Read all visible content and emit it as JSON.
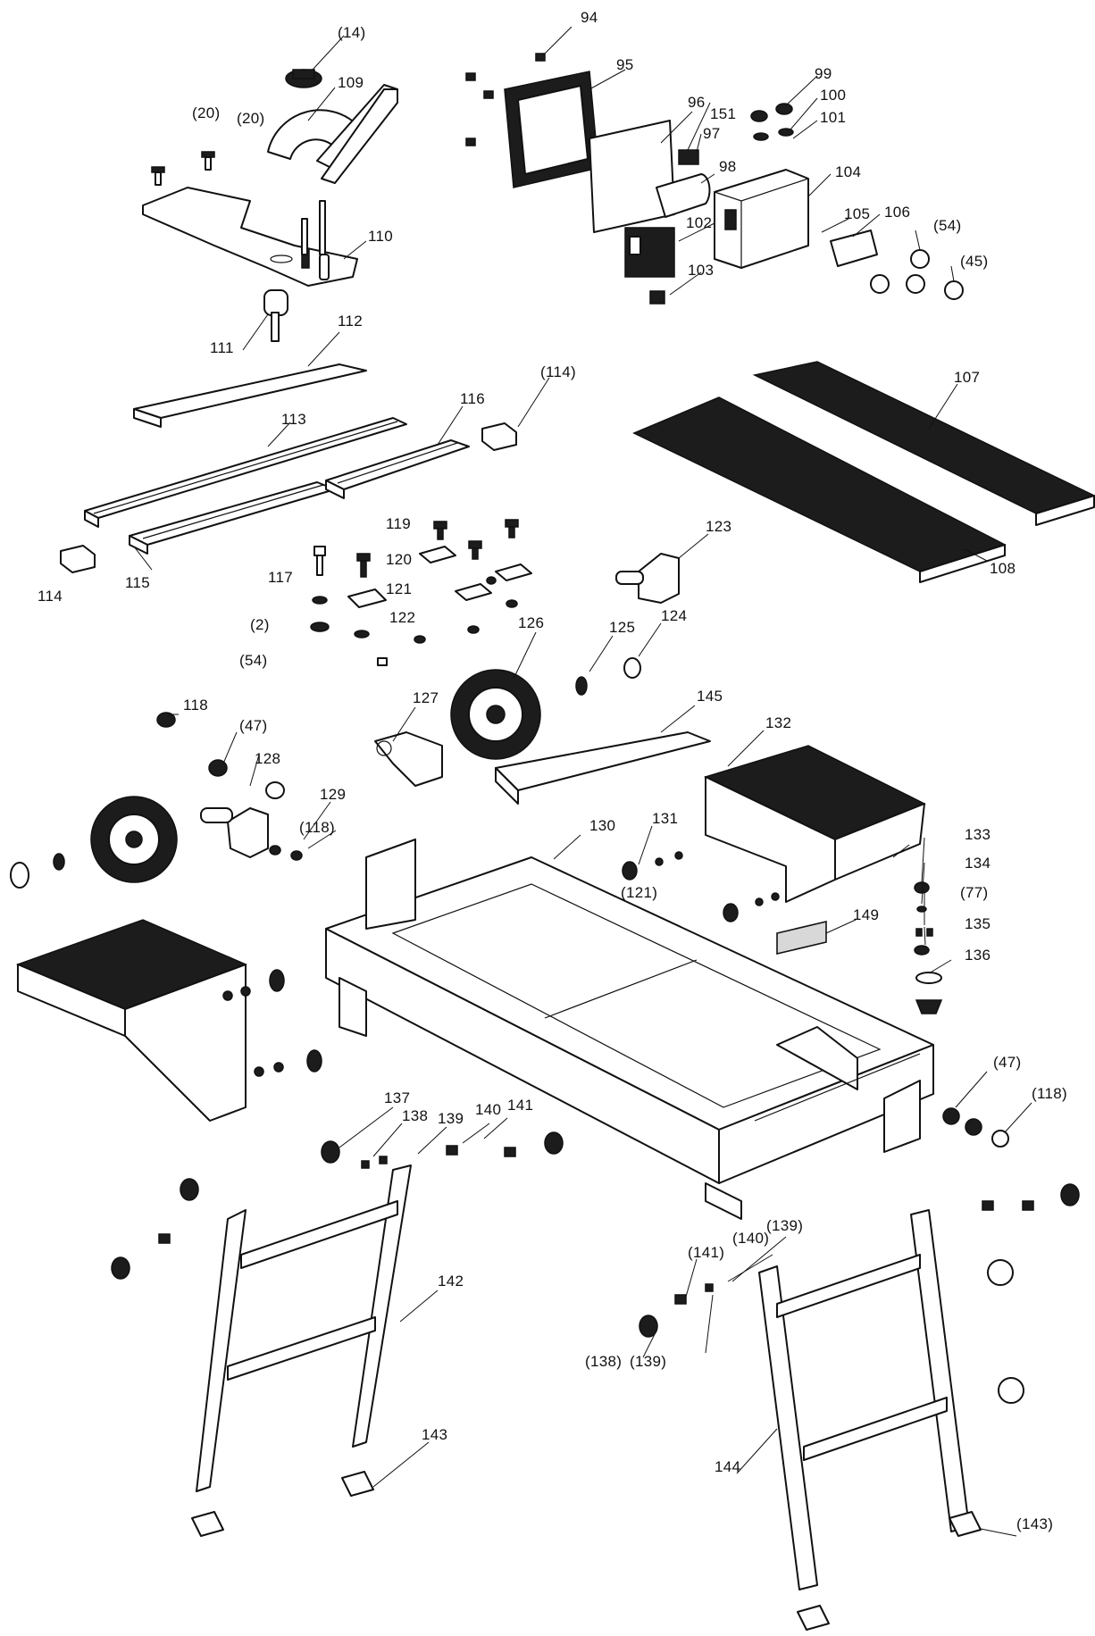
{
  "labels": {
    "l94": "94",
    "l95": "95",
    "l96": "96",
    "l151": "151",
    "l97": "97",
    "l98": "98",
    "l99": "99",
    "l100": "100",
    "l101": "101",
    "l104": "104",
    "l105": "105",
    "l106": "106",
    "l54a": "(54)",
    "l45": "(45)",
    "l102": "102",
    "l103": "103",
    "l14": "(14)",
    "l109": "109",
    "l20a": "(20)",
    "l20b": "(20)",
    "l110": "110",
    "l111": "111",
    "l112": "112",
    "l113": "113",
    "l116": "116",
    "l114a": "(114)",
    "l114b": "114",
    "l115": "115",
    "l107": "107",
    "l108": "108",
    "l117": "117",
    "l119": "119",
    "l120": "120",
    "l121a": "121",
    "l122": "122",
    "l2": "(2)",
    "l54b": "(54)",
    "l123": "123",
    "l124": "124",
    "l125": "125",
    "l126": "126",
    "l127": "127",
    "l145": "145",
    "l132": "132",
    "l118a": "118",
    "l47a": "(47)",
    "l128": "128",
    "l129": "129",
    "l118b": "(118)",
    "l130": "130",
    "l131": "131",
    "l121b": "(121)",
    "l133": "133",
    "l134": "134",
    "l77": "(77)",
    "l135": "135",
    "l136": "136",
    "l149": "149",
    "l47b": "(47)",
    "l118c": "(118)",
    "l137": "137",
    "l138a": "138",
    "l139a": "139",
    "l140a": "140",
    "l141a": "141",
    "l142": "142",
    "l143a": "143",
    "l139b": "(139)",
    "l140b": "(140)",
    "l141b": "(141)",
    "l138b": "(138)",
    "l139c": "(139)",
    "l144": "144",
    "l143b": "(143)"
  }
}
